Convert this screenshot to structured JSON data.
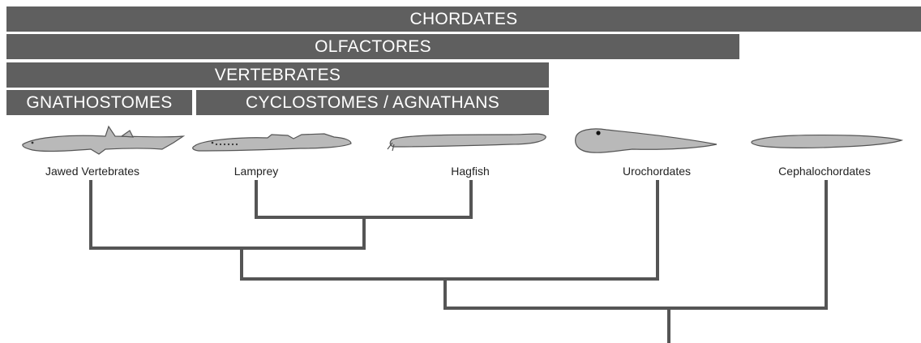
{
  "bands": {
    "chordates": "CHORDATES",
    "olfactores": "OLFACTORES",
    "vertebrates": "VERTEBRATES",
    "gnathostomes": "GNATHOSTOMES",
    "cyclostomes": "CYCLOSTOMES / AGNATHANS"
  },
  "taxa": {
    "jawed_vertebrates": "Jawed Vertebrates",
    "lamprey": "Lamprey",
    "hagfish": "Hagfish",
    "urochordates": "Urochordates",
    "cephalochordates": "Cephalochordates"
  },
  "colors": {
    "band": "#5f5f5f",
    "tree": "#555555",
    "silhouette_fill": "#b9b9b9",
    "silhouette_stroke": "#555555"
  },
  "icons": [
    "shark-icon",
    "lamprey-icon",
    "hagfish-icon",
    "tunicate-larva-icon",
    "lancelet-icon"
  ]
}
